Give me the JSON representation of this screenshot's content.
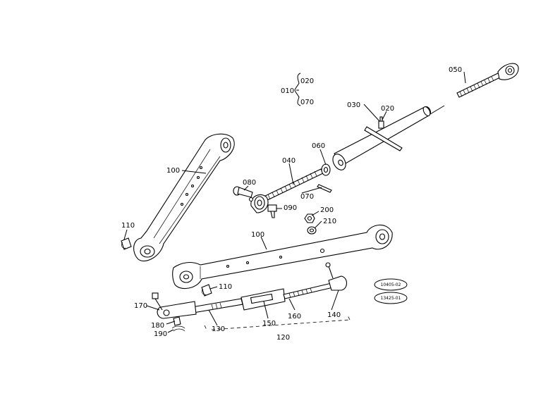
{
  "callouts": {
    "p010": "010",
    "p020a": "020",
    "p070a": "070",
    "p030": "030",
    "p020b": "020",
    "p050": "050",
    "p060": "060",
    "p040": "040",
    "p080": "080",
    "p070b": "070",
    "p090": "090",
    "p200": "200",
    "p210": "210",
    "p100a": "100",
    "p110a": "110",
    "p100b": "100",
    "p110b": "110",
    "p170": "170",
    "p180": "180",
    "p190": "190",
    "p130": "130",
    "p150": "150",
    "p160": "160",
    "p140": "140",
    "p120": "120"
  },
  "ref_codes": {
    "code_top": "10405-02",
    "code_bottom": "13425-01"
  }
}
